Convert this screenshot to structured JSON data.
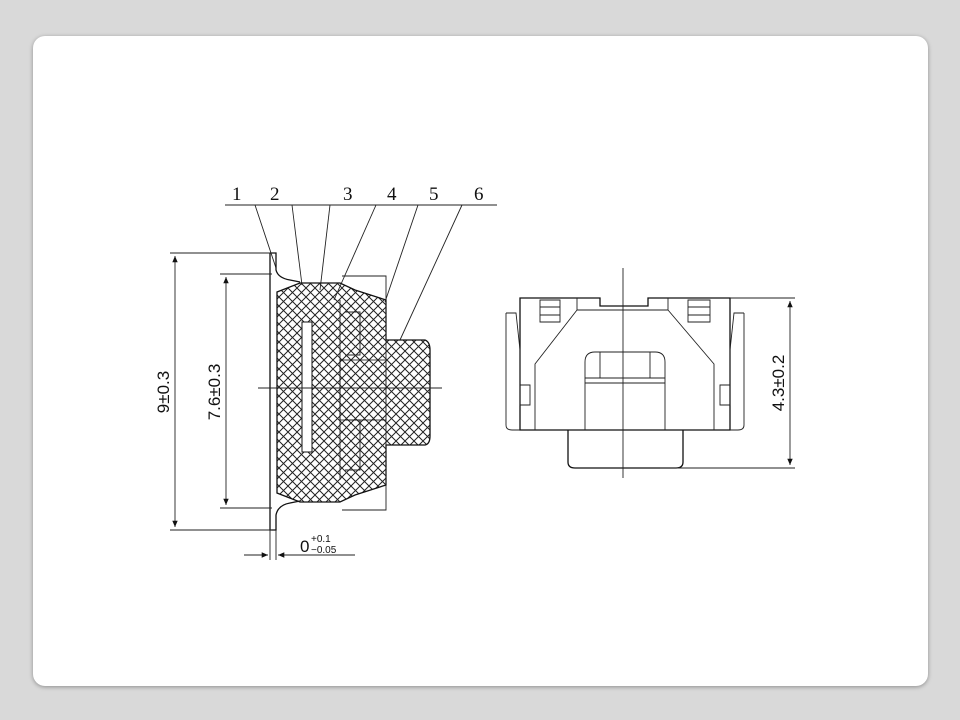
{
  "callouts": [
    "1",
    "2",
    "3",
    "4",
    "5",
    "6"
  ],
  "dimensions": {
    "overall_height": "9±0.3",
    "inner_height": "7.6±0.3",
    "side_height": "4.3±0.2",
    "offset_base": "0",
    "offset_plus": "+0.1",
    "offset_minus": "−0.05"
  }
}
